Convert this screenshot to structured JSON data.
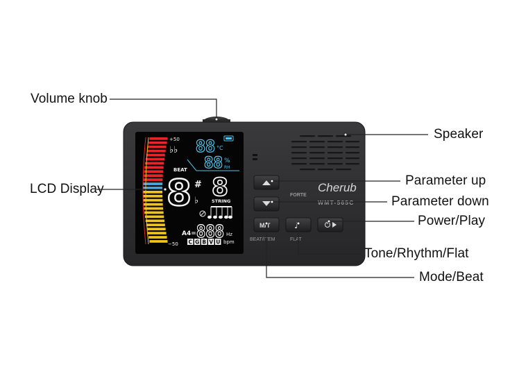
{
  "callouts": {
    "volume_knob": "Volume knob",
    "lcd_display": "LCD Display",
    "speaker": "Speaker",
    "parameter_up": "Parameter up",
    "parameter_down": "Parameter down",
    "power_play": "Power/Play",
    "tone_rhythm_flat": "Tone/Rhythm/Flat",
    "mode_beat": "Mode/Beat"
  },
  "device": {
    "brand": "Cherub",
    "model": "WMT-565C",
    "forte_label": "FORTE",
    "beat_item_label": "BEAT/ITEM",
    "flat_label": "FLAT",
    "mode_button_label": "M/T"
  },
  "lcd": {
    "plus50": "+50",
    "minus50": "−50",
    "flats": "♭♭",
    "temp_digits": "88",
    "temp_unit": "°C",
    "humidity_digits": "88",
    "humidity_unit": "%",
    "humidity_sub": "RH",
    "beat_label": "BEAT",
    "note_digit": "8",
    "sharp": "#",
    "flat": "♭",
    "string_digit": "8",
    "string_label": "STRING",
    "a4_label": "A4=",
    "freq_digits": "888",
    "hz": "Hz",
    "bpm": "bpm",
    "instruments": [
      "C",
      "G",
      "B",
      "V",
      "U"
    ]
  },
  "colors": {
    "body": "#2d2d2f",
    "lcd": "#050505",
    "meter_red": "#e3262b",
    "meter_yellow": "#f2c318",
    "meter_blue": "#4aa8e0",
    "lcd_cyan": "#4fc6ee",
    "lcd_white": "#f4f4f4"
  }
}
